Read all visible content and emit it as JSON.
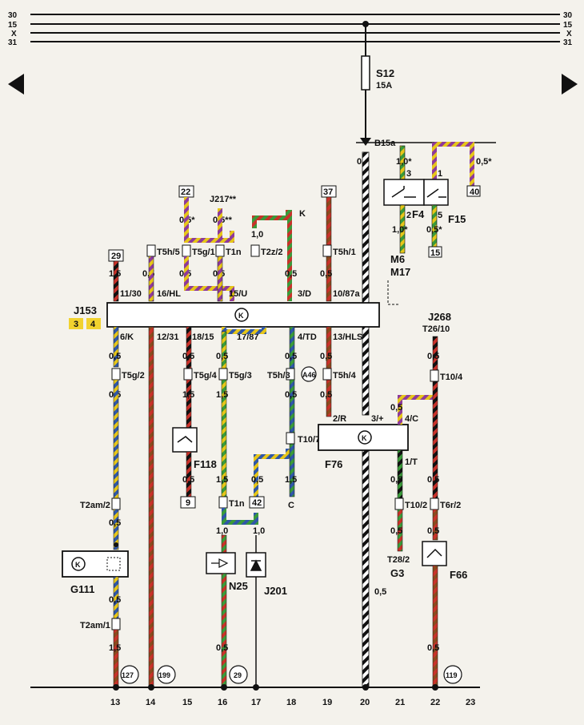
{
  "rails": {
    "r30": "30",
    "r15": "15",
    "rX": "X",
    "r31": "31"
  },
  "fuse": {
    "name": "S12",
    "rating": "15A",
    "b15a": "B15a"
  },
  "relays": {
    "f4": "F4",
    "f15": "F15",
    "f4_pins": [
      "3",
      "2"
    ],
    "f15_pins": [
      "1",
      "5"
    ],
    "ref40": "40",
    "ref15": "15",
    "m6": "M6",
    "m17": "M17"
  },
  "j153": {
    "name": "J153",
    "badge3": "3",
    "badge4": "4",
    "k": "K",
    "top_pins": [
      "11/30",
      "16/HL",
      "15/U",
      "3/D",
      "10/87a"
    ],
    "bottom_pins": [
      "6/K",
      "12/31",
      "18/15",
      "17/87",
      "4/TD",
      "13/HLS"
    ]
  },
  "top_labels": {
    "ref22": "22",
    "j217": "J217**",
    "k_label": "K",
    "ref37": "37",
    "ref29": "29",
    "conn": [
      "T5h/5",
      "T5g/1",
      "T1n",
      "T2z/2",
      "T5h/1"
    ],
    "wires": [
      "0,5*",
      "0,5**",
      "1,0",
      "1,0*",
      "0,5*",
      "0,5",
      "1,5",
      "0,5",
      "0,5",
      "0,5",
      "0,5"
    ]
  },
  "mid_labels": {
    "conn": [
      "T5g/2",
      "T5g/4",
      "T5g/3",
      "T5h/3",
      "T5h/4",
      "T10/4",
      "T10/7"
    ],
    "a46": "A46",
    "wires": [
      "0,5",
      "0,5",
      "0,5",
      "1,5",
      "0,5",
      "0,5",
      "0,5",
      "0,5",
      "0,5"
    ]
  },
  "f76": {
    "name": "F76",
    "k": "K",
    "pins": [
      "2/R",
      "3/+",
      "4/C",
      "1/T"
    ]
  },
  "j268": {
    "name": "J268",
    "pin": "T26/10"
  },
  "lower": {
    "f118": "F118",
    "ref9": "9",
    "ref42": "42",
    "c": "C",
    "t2am2": "T2am/2",
    "t1n": "T1n",
    "t10_2": "T10/2",
    "t6r2": "T6r/2",
    "t28_2": "T28/2",
    "g3": "G3",
    "f66": "F66",
    "g111": "G111",
    "n25": "N25",
    "j201": "J201",
    "t2am1": "T2am/1",
    "k": "K",
    "wires": [
      "0,5",
      "0,5",
      "1,5",
      "0,5",
      "0,5",
      "1,0",
      "1,0",
      "0,5",
      "0,5",
      "0,5",
      "0,5",
      "0,5",
      "0,5",
      "0,5",
      "0,5",
      "0,5",
      "0,5",
      "0,5"
    ]
  },
  "ground": {
    "refs": [
      "127",
      "199",
      "29",
      "119"
    ],
    "numbers": [
      "13",
      "14",
      "15",
      "16",
      "17",
      "18",
      "19",
      "20",
      "21",
      "22",
      "23"
    ]
  },
  "colors": {
    "yellow": "#e6c619",
    "blue": "#2f57a8",
    "green": "#3a9a3a",
    "red": "#c8322a",
    "brown": "#8a4b1e",
    "violet": "#8d3a9b",
    "black": "#111111",
    "badge": "#f1d22e"
  },
  "icons": [
    "arrow-left-icon",
    "arrow-right-icon",
    "relay-contact-icon",
    "diode-icon",
    "sensor-icon",
    "injector-icon"
  ]
}
